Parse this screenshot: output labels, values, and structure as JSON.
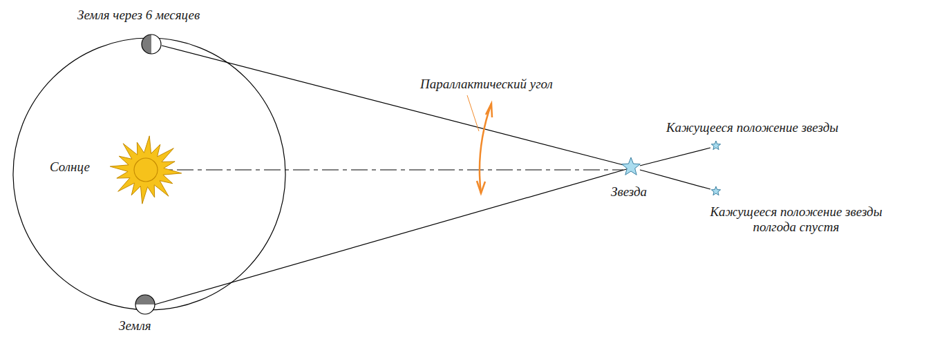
{
  "diagram": {
    "labels": [
      "Земля через 6 месяцев",
      "Солнце",
      "Параллактический угол",
      "Звезда",
      "Кажущееся положение звезды",
      "Кажущееся положение звезды полгода спустя",
      "Земля"
    ]
  }
}
